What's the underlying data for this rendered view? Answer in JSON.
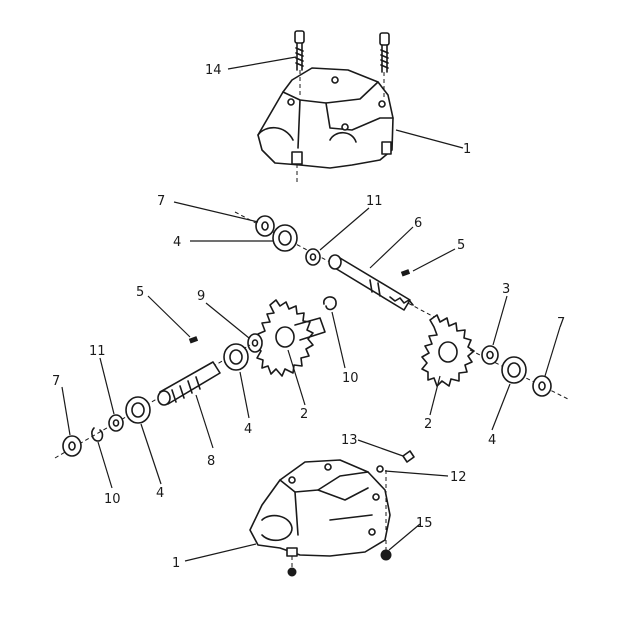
{
  "callouts": {
    "c1_top": "1",
    "c1_bottom": "1",
    "c2_left": "2",
    "c2_right": "2",
    "c3": "3",
    "c4_upper": "4",
    "c4_mid": "4",
    "c4_right": "4",
    "c4_left": "4",
    "c5_upper": "5",
    "c5_left": "5",
    "c6": "6",
    "c7_upper": "7",
    "c7_right": "7",
    "c7_left": "7",
    "c8": "8",
    "c9": "9",
    "c10_mid": "10",
    "c10_left": "10",
    "c11_upper": "11",
    "c11_left": "11",
    "c12": "12",
    "c13": "13",
    "c14": "14",
    "c15": "15"
  }
}
